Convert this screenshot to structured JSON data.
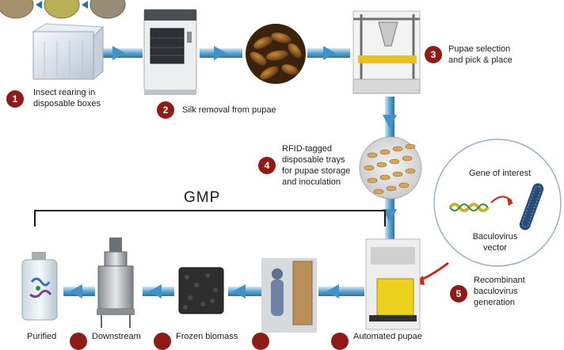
{
  "gmp_label": "GMP",
  "steps": {
    "s1": {
      "num": "1",
      "line1": "Insect rearing in",
      "line2": "disposable boxes"
    },
    "s2": {
      "num": "2",
      "line1": "Silk removal from pupae"
    },
    "s3": {
      "num": "3",
      "line1": "Pupae selection",
      "line2": "and pick & place"
    },
    "s4": {
      "num": "4",
      "line1": "RFID-tagged",
      "line2": "disposable trays",
      "line3": "for pupae storage",
      "line4": "and inoculation"
    },
    "s5": {
      "num": "5",
      "line1": "Recombinant",
      "line2": "baculovirus",
      "line3": "generation"
    },
    "s6": {
      "line1": "Automated pupae"
    },
    "s8": {
      "line1": "Frozen biomass"
    },
    "s9": {
      "line1": "Downstream"
    },
    "s10": {
      "line1": "Purified"
    }
  },
  "inset": {
    "gene_label": "Gene of interest",
    "vector_line1": "Baculovirus",
    "vector_line2": "vector"
  },
  "colors": {
    "badge": "#8e1b16",
    "arrow": "#3f93c8",
    "red_arrow": "#d2231c"
  }
}
